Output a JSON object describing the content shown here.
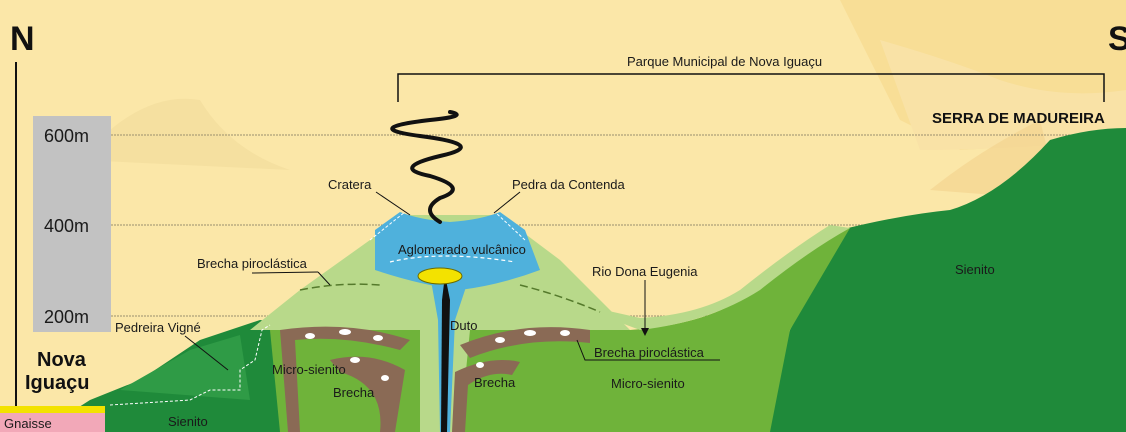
{
  "compass": {
    "north": "N",
    "south": "S"
  },
  "park": "Parque Municipal de Nova Iguaçu",
  "elevation_labels": [
    "600m",
    "400m",
    "200m"
  ],
  "place_labels": {
    "serra": "SERRA DE MADUREIRA",
    "nova_iguacu_line1": "Nova",
    "nova_iguacu_line2": "Iguaçu"
  },
  "features": {
    "cratera": "Cratera",
    "pedra": "Pedra da Contenda",
    "brecha_piro_left": "Brecha piroclástica",
    "aglomerado": "Aglomerado vulcânico",
    "rio": "Rio Dona Eugenia",
    "pedreira": "Pedreira Vigné",
    "duto": "Duto",
    "brecha_piro_right": "Brecha piroclástica"
  },
  "rock_labels": {
    "sienito_right": "Sienito",
    "sienito_bottom": "Sienito",
    "micro_left": "Micro-sienito",
    "brecha_left": "Brecha",
    "brecha_right": "Brecha",
    "micro_right": "Micro-sienito",
    "gnaisse": "Gnaisse"
  },
  "colors": {
    "sky": "#fbe7a8",
    "sky_high": "#f5cd72",
    "dark_green": "#1f8a3a",
    "mid_green": "#6fb33a",
    "light_green": "#b8d98a",
    "volcanic_blue": "#4fb1dc",
    "yellow": "#f3e200",
    "brecha_brown": "#8a6a55",
    "gnaisse_pink": "#f2a8b8",
    "scale_gray": "#c2c2c2"
  }
}
